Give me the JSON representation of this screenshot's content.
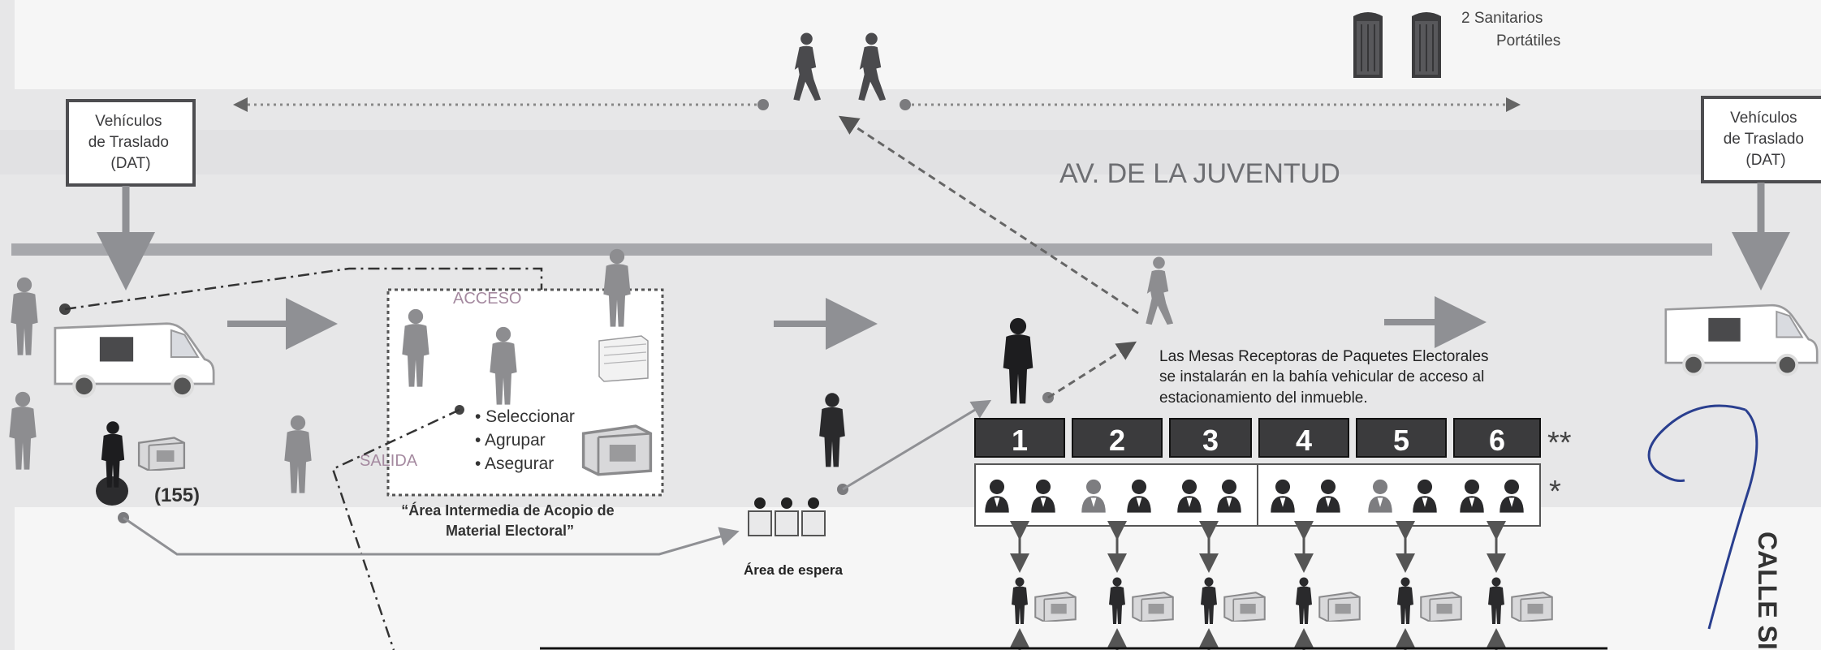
{
  "street_name": "AV. DE LA JUVENTUD",
  "side_street": "CALLE SI",
  "vehicle_box_lines": [
    "Vehículos",
    "de Traslado",
    "(DAT)"
  ],
  "sanitarios_lines": [
    "2 Sanitarios",
    "Portátiles"
  ],
  "acceso_label": "ACCESO",
  "salida_label": "SALIDA",
  "process_steps": [
    "• Seleccionar",
    "• Agrupar",
    "• Asegurar"
  ],
  "area_caption_lines": [
    "“Área Intermedia de Acopio de",
    "Material Electoral”"
  ],
  "count_label": "(155)",
  "espera_label": "Área de espera",
  "mesas_note_lines": [
    "Las Mesas Receptoras de Paquetes Electorales",
    "se instalarán en la bahía vehicular de acceso al",
    "estacionamiento del inmueble."
  ],
  "mesa_numbers": [
    "1",
    "2",
    "3",
    "4",
    "5",
    "6"
  ],
  "mesa_marker": "**",
  "staff_marker": "*",
  "colors": {
    "background": "#e7e7e8",
    "band_light": "#f5f5f5",
    "road_line": "#a7a8ac",
    "arrow_gray": "#8f9094",
    "box_dark": "#3b3b3d",
    "person_gray": "#8d8d90",
    "person_dark": "#1d1d1f",
    "pen_blue": "#2a3f8f"
  },
  "icons": [
    "walking-person-icon",
    "portable-toilet-icon",
    "van-icon",
    "person-icon",
    "ballot-box-icon",
    "staff-avatar-icon"
  ]
}
